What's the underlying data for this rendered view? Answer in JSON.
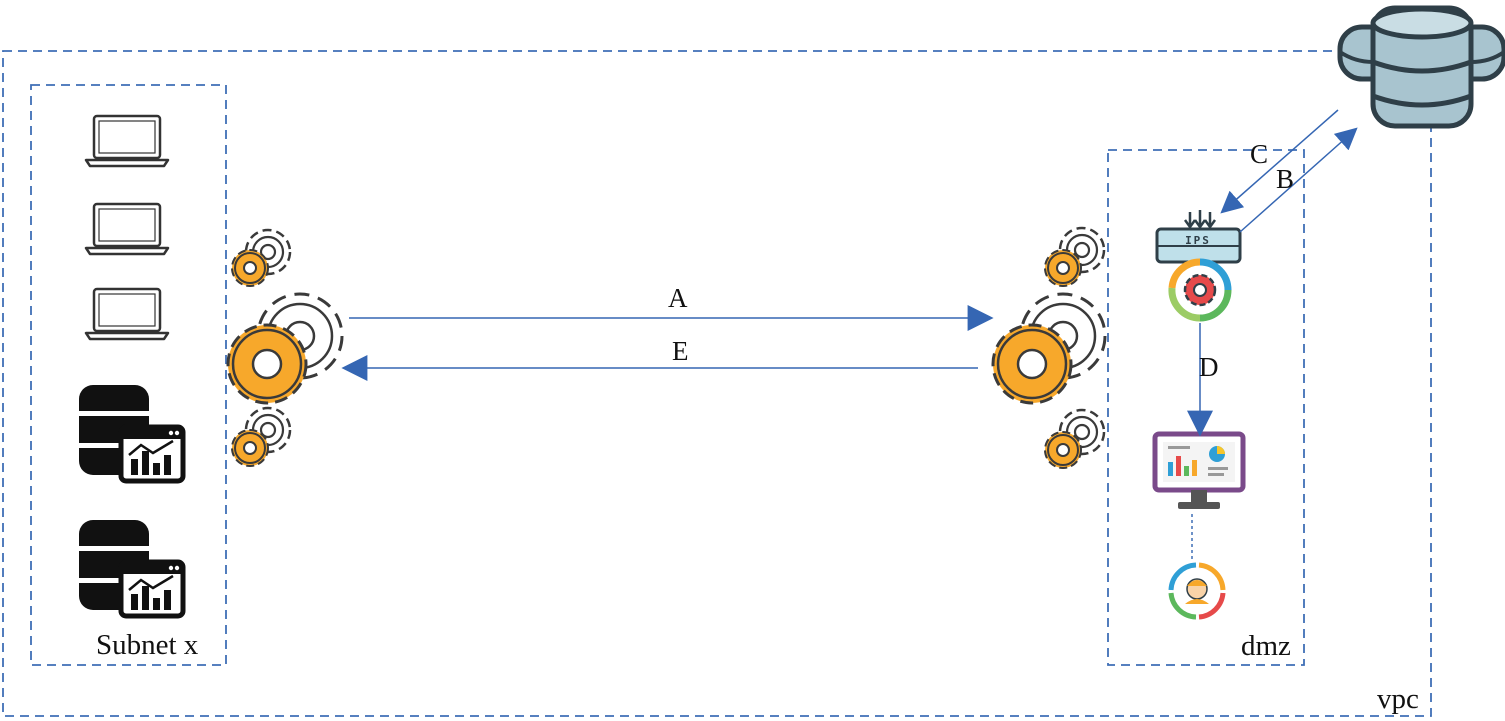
{
  "labels": {
    "vpc": "vpc",
    "subnet": "Subnet x",
    "dmz": "dmz",
    "ips": "IPS"
  },
  "arrows": {
    "a": "A",
    "b": "B",
    "c": "C",
    "d": "D",
    "e": "E"
  },
  "colors": {
    "boundary": "#3f6fb6",
    "arrow": "#3566b3",
    "gear_orange": "#f7a82b",
    "outline": "#3a3a3a",
    "db_fill": "#a8c4cf",
    "ips_fill": "#bfe0ea",
    "monitor_frame": "#7a4a8a"
  },
  "icons": {
    "laptop": "laptop-icon",
    "database_chart": "database-chart-icon",
    "gear_cluster": "gear-cluster-icon",
    "database_server": "database-server-icon",
    "ips_device": "ips-device-icon",
    "process_cycle": "process-cycle-icon",
    "monitor_dashboard": "monitor-dashboard-icon",
    "user_cycle": "user-cycle-icon"
  }
}
